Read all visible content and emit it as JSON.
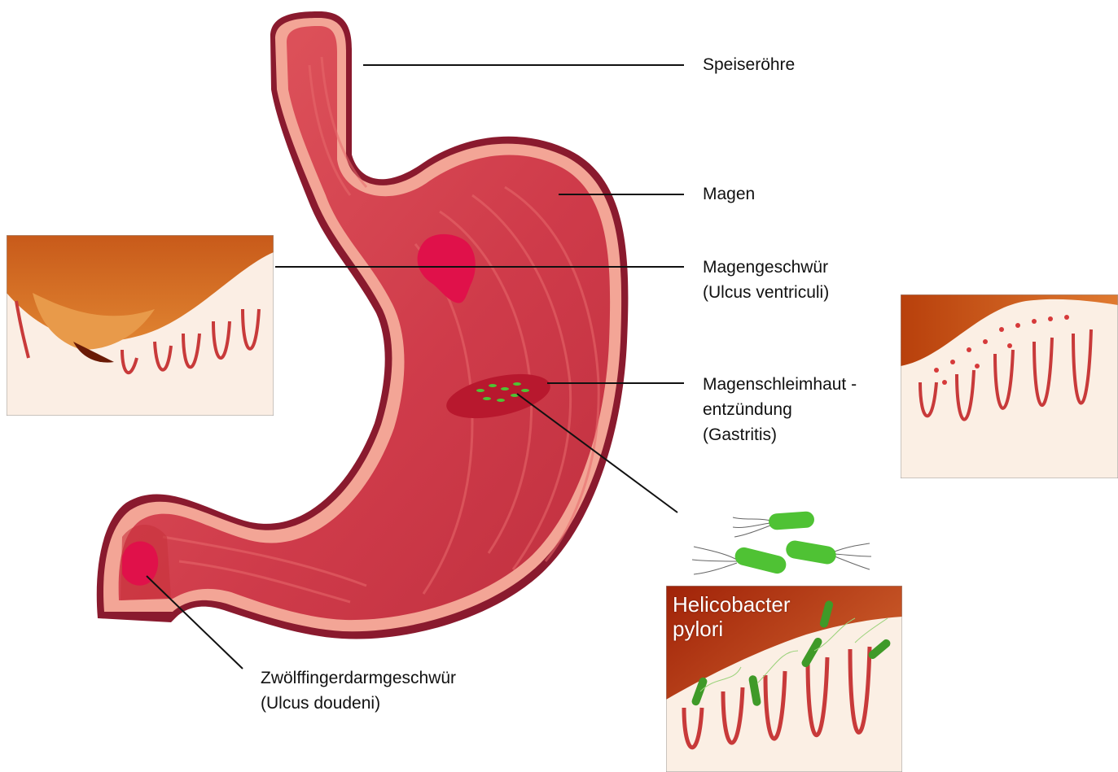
{
  "labels": {
    "esophagus": "Speiseröhre",
    "stomach": "Magen",
    "gastric_ulcer": {
      "line1": "Magengeschwür",
      "line2": "(Ulcus ventriculi)"
    },
    "gastritis": {
      "line1": "Magenschleimhaut -",
      "line2": "entzündung",
      "line3": "(Gastritis)"
    },
    "duodenal_ulcer": {
      "line1": "Zwölffingerdarmgeschwür",
      "line2": "(Ulcus doudeni)"
    }
  },
  "inset_bacteria": {
    "title_line1": "Helicobacter",
    "title_line2": "pylori"
  },
  "colors": {
    "stomach_wall_outer": "#8a1a2e",
    "stomach_wall": "#f3a596",
    "stomach_inner": "#d6424f",
    "ulcer": "#e0114a",
    "gastritis_patch": "#b8182e",
    "bacteria": "#4fc234",
    "leader_line": "#111111"
  }
}
